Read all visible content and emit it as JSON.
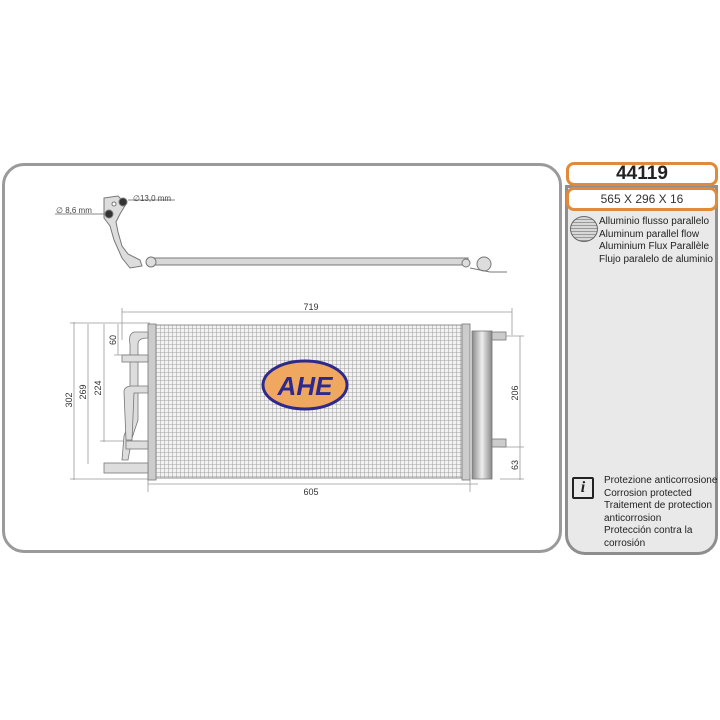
{
  "part": {
    "code": "44119",
    "dimensions": "565 X 296 X 16"
  },
  "features": {
    "parallel_flow": {
      "icon": "parallel-flow-core-icon",
      "lines": [
        "Alluminio flusso parallelo",
        "Aluminum parallel flow",
        "Aluminium Flux Parallèle",
        "Flujo paralelo de aluminio"
      ]
    },
    "corrosion": {
      "icon": "info-icon",
      "icon_glyph": "i",
      "lines": [
        "Protezione anticorrosione",
        "Corrosion protected",
        "Traitement de protection",
        "anticorrosion",
        "Protección contra la",
        "corrosión"
      ]
    }
  },
  "drawing": {
    "pipe_diameters": {
      "large": "∅13,0 mm",
      "small": "∅ 8,6 mm"
    },
    "dims": {
      "overall_width": "719",
      "core_width": "605",
      "overall_height": "302",
      "h_269": "269",
      "h_224": "224",
      "h_60": "60",
      "right_206": "206",
      "right_63": "63"
    },
    "logo": "AHE"
  },
  "colors": {
    "accent_orange": "#e08a3a",
    "frame_gray": "#9a9a9a",
    "logo_blue": "#2e2a8c",
    "logo_orange": "#f0a860"
  }
}
